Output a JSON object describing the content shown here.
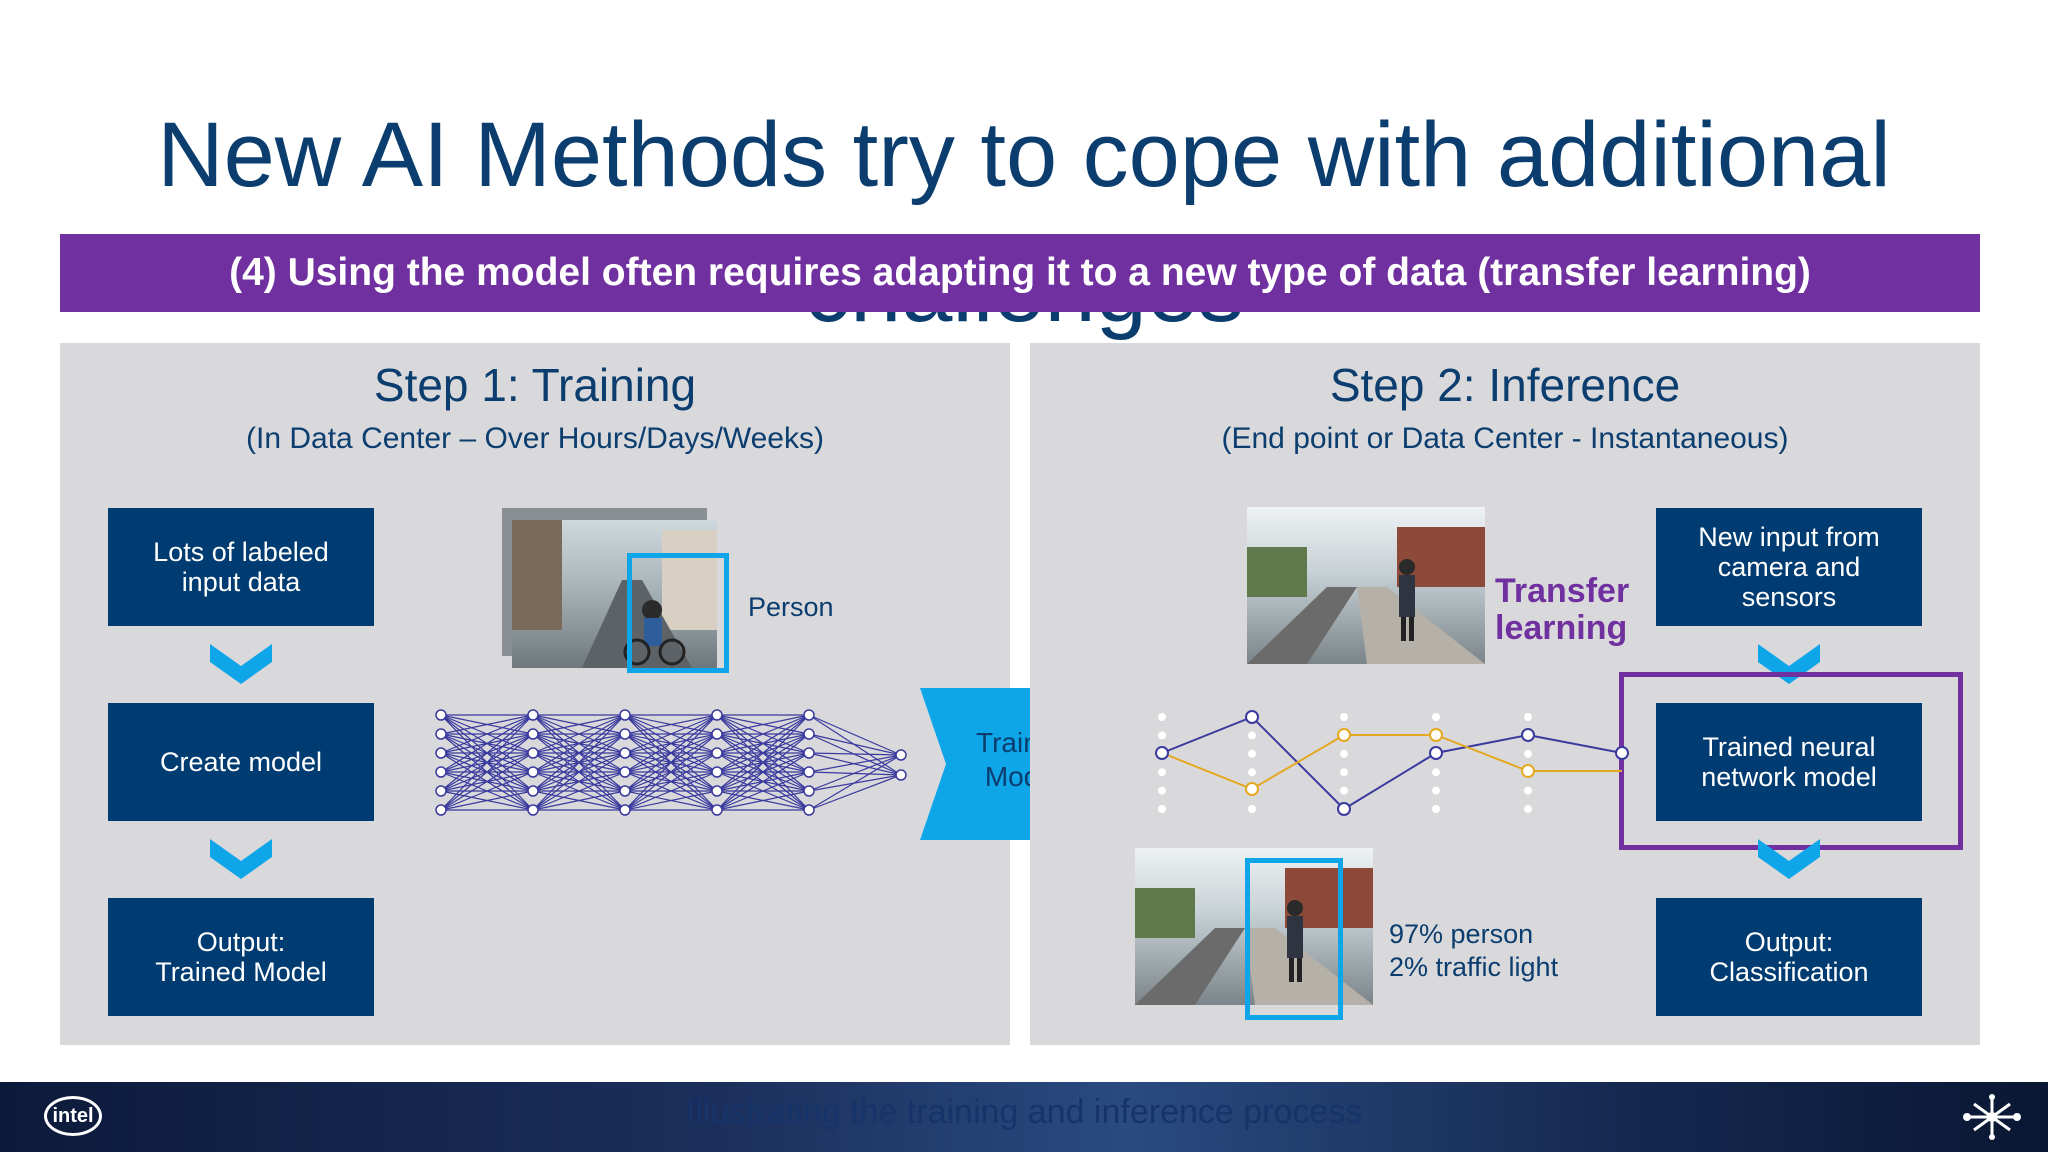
{
  "slide": {
    "title": "New AI Methods try to cope with additional challenges",
    "banner": "(4) Using the model often requires adapting it to a new type of data (transfer learning)",
    "footer_caption": "Illustrating the training and inference process"
  },
  "step1": {
    "title": "Step 1: Training",
    "subtitle": "(In Data Center – Over Hours/Days/Weeks)",
    "boxes": [
      "Lots of labeled\ninput data",
      "Create model",
      "Output:\nTrained Model"
    ],
    "image_label": "Person"
  },
  "center": {
    "label": "Trained\nModel"
  },
  "step2": {
    "title": "Step 2: Inference",
    "subtitle": "(End point or Data Center - Instantaneous)",
    "transfer_label": "Transfer\nlearning",
    "boxes": [
      "New input from\ncamera and\nsensors",
      "Trained neural\nnetwork model",
      "Output:\nClassification"
    ],
    "result_label": "97% person\n2% traffic light"
  },
  "brand": {
    "logo_text": "intel"
  },
  "colors": {
    "navy": "#003c71",
    "purple": "#7030a0",
    "cyan": "#0ea5e9",
    "title": "#0b3d6e"
  }
}
